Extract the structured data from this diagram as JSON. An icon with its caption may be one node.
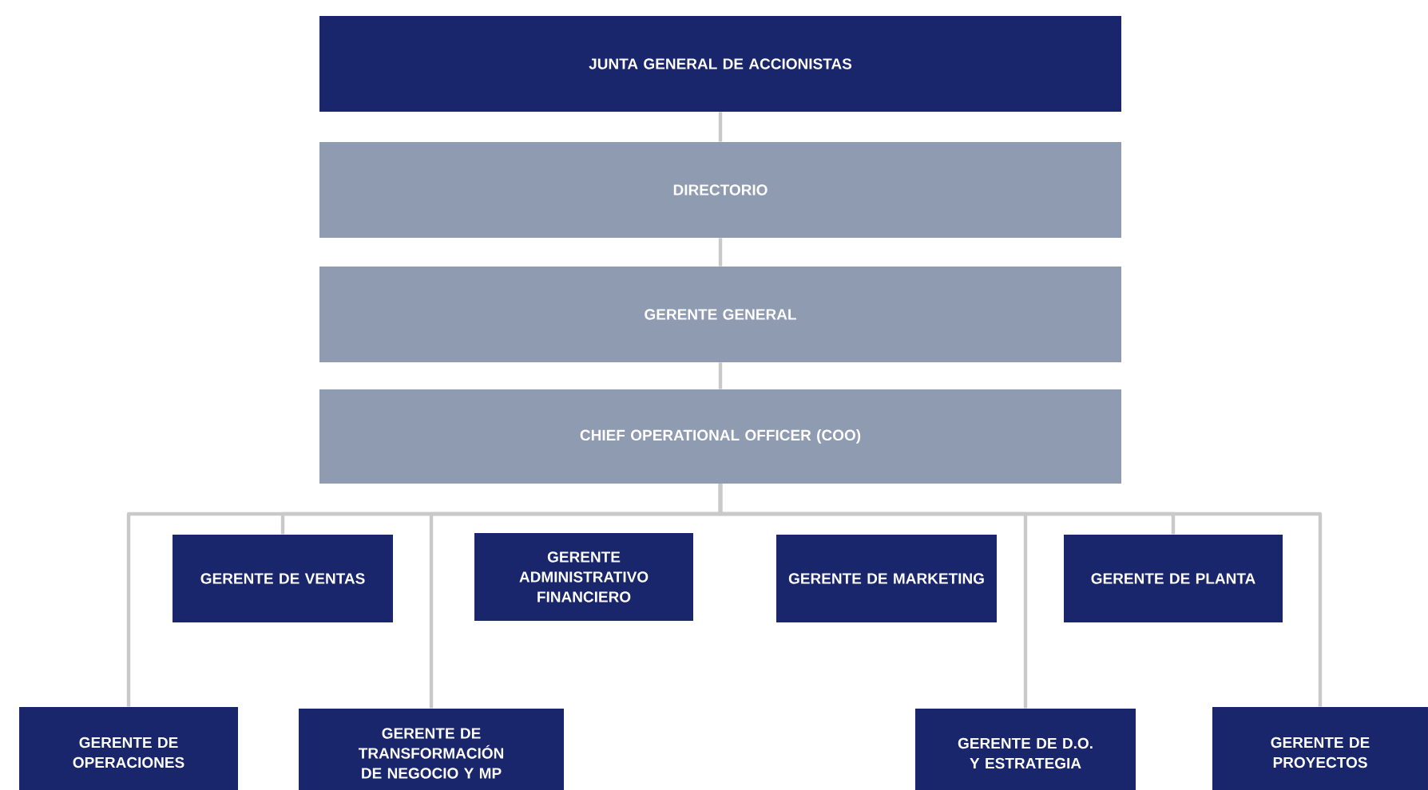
{
  "diagram": {
    "nodes": [
      {
        "text": [
          "JUNTA GENERAL DE ACCIONISTAS"
        ]
      },
      {
        "text": [
          "DIRECTORIO"
        ]
      },
      {
        "text": [
          "GERENTE GENERAL"
        ]
      },
      {
        "text": [
          "CHIEF OPERATIONAL OFFICER (COO)"
        ]
      },
      {
        "text": [
          "GERENTE DE VENTAS"
        ]
      },
      {
        "text": [
          "GERENTE ADMINISTRATIVO FINANCIERO"
        ]
      },
      {
        "text": [
          "GERENTE DE MARKETING"
        ]
      },
      {
        "text": [
          "GERENTE DE PLANTA"
        ]
      },
      {
        "text": [
          "GERENTE DE OPERACIONES"
        ]
      },
      {
        "text": [
          "GERENTE DE TRANSFORMACIÓN DE NEGOCIO Y MP"
        ]
      },
      {
        "text": [
          "GERENTE DE D.O. Y ESTRATEGIA"
        ]
      },
      {
        "text": [
          "GERENTE DE PROYECTOS"
        ]
      }
    ],
    "edges": [
      {
        "from": 0,
        "to": 1,
        "arrow": "none"
      },
      {
        "from": 1,
        "to": 2,
        "arrow": "none"
      },
      {
        "from": 2,
        "to": 3,
        "arrow": "none"
      },
      {
        "from": 3,
        "to": 4,
        "arrow": "none"
      },
      {
        "from": 3,
        "to": 7,
        "arrow": "none"
      },
      {
        "from": 3,
        "to": 8,
        "arrow": "none"
      },
      {
        "from": 3,
        "to": 9,
        "arrow": "none"
      },
      {
        "from": 3,
        "to": 10,
        "arrow": "none"
      },
      {
        "from": 3,
        "to": 11,
        "arrow": "none"
      }
    ]
  }
}
